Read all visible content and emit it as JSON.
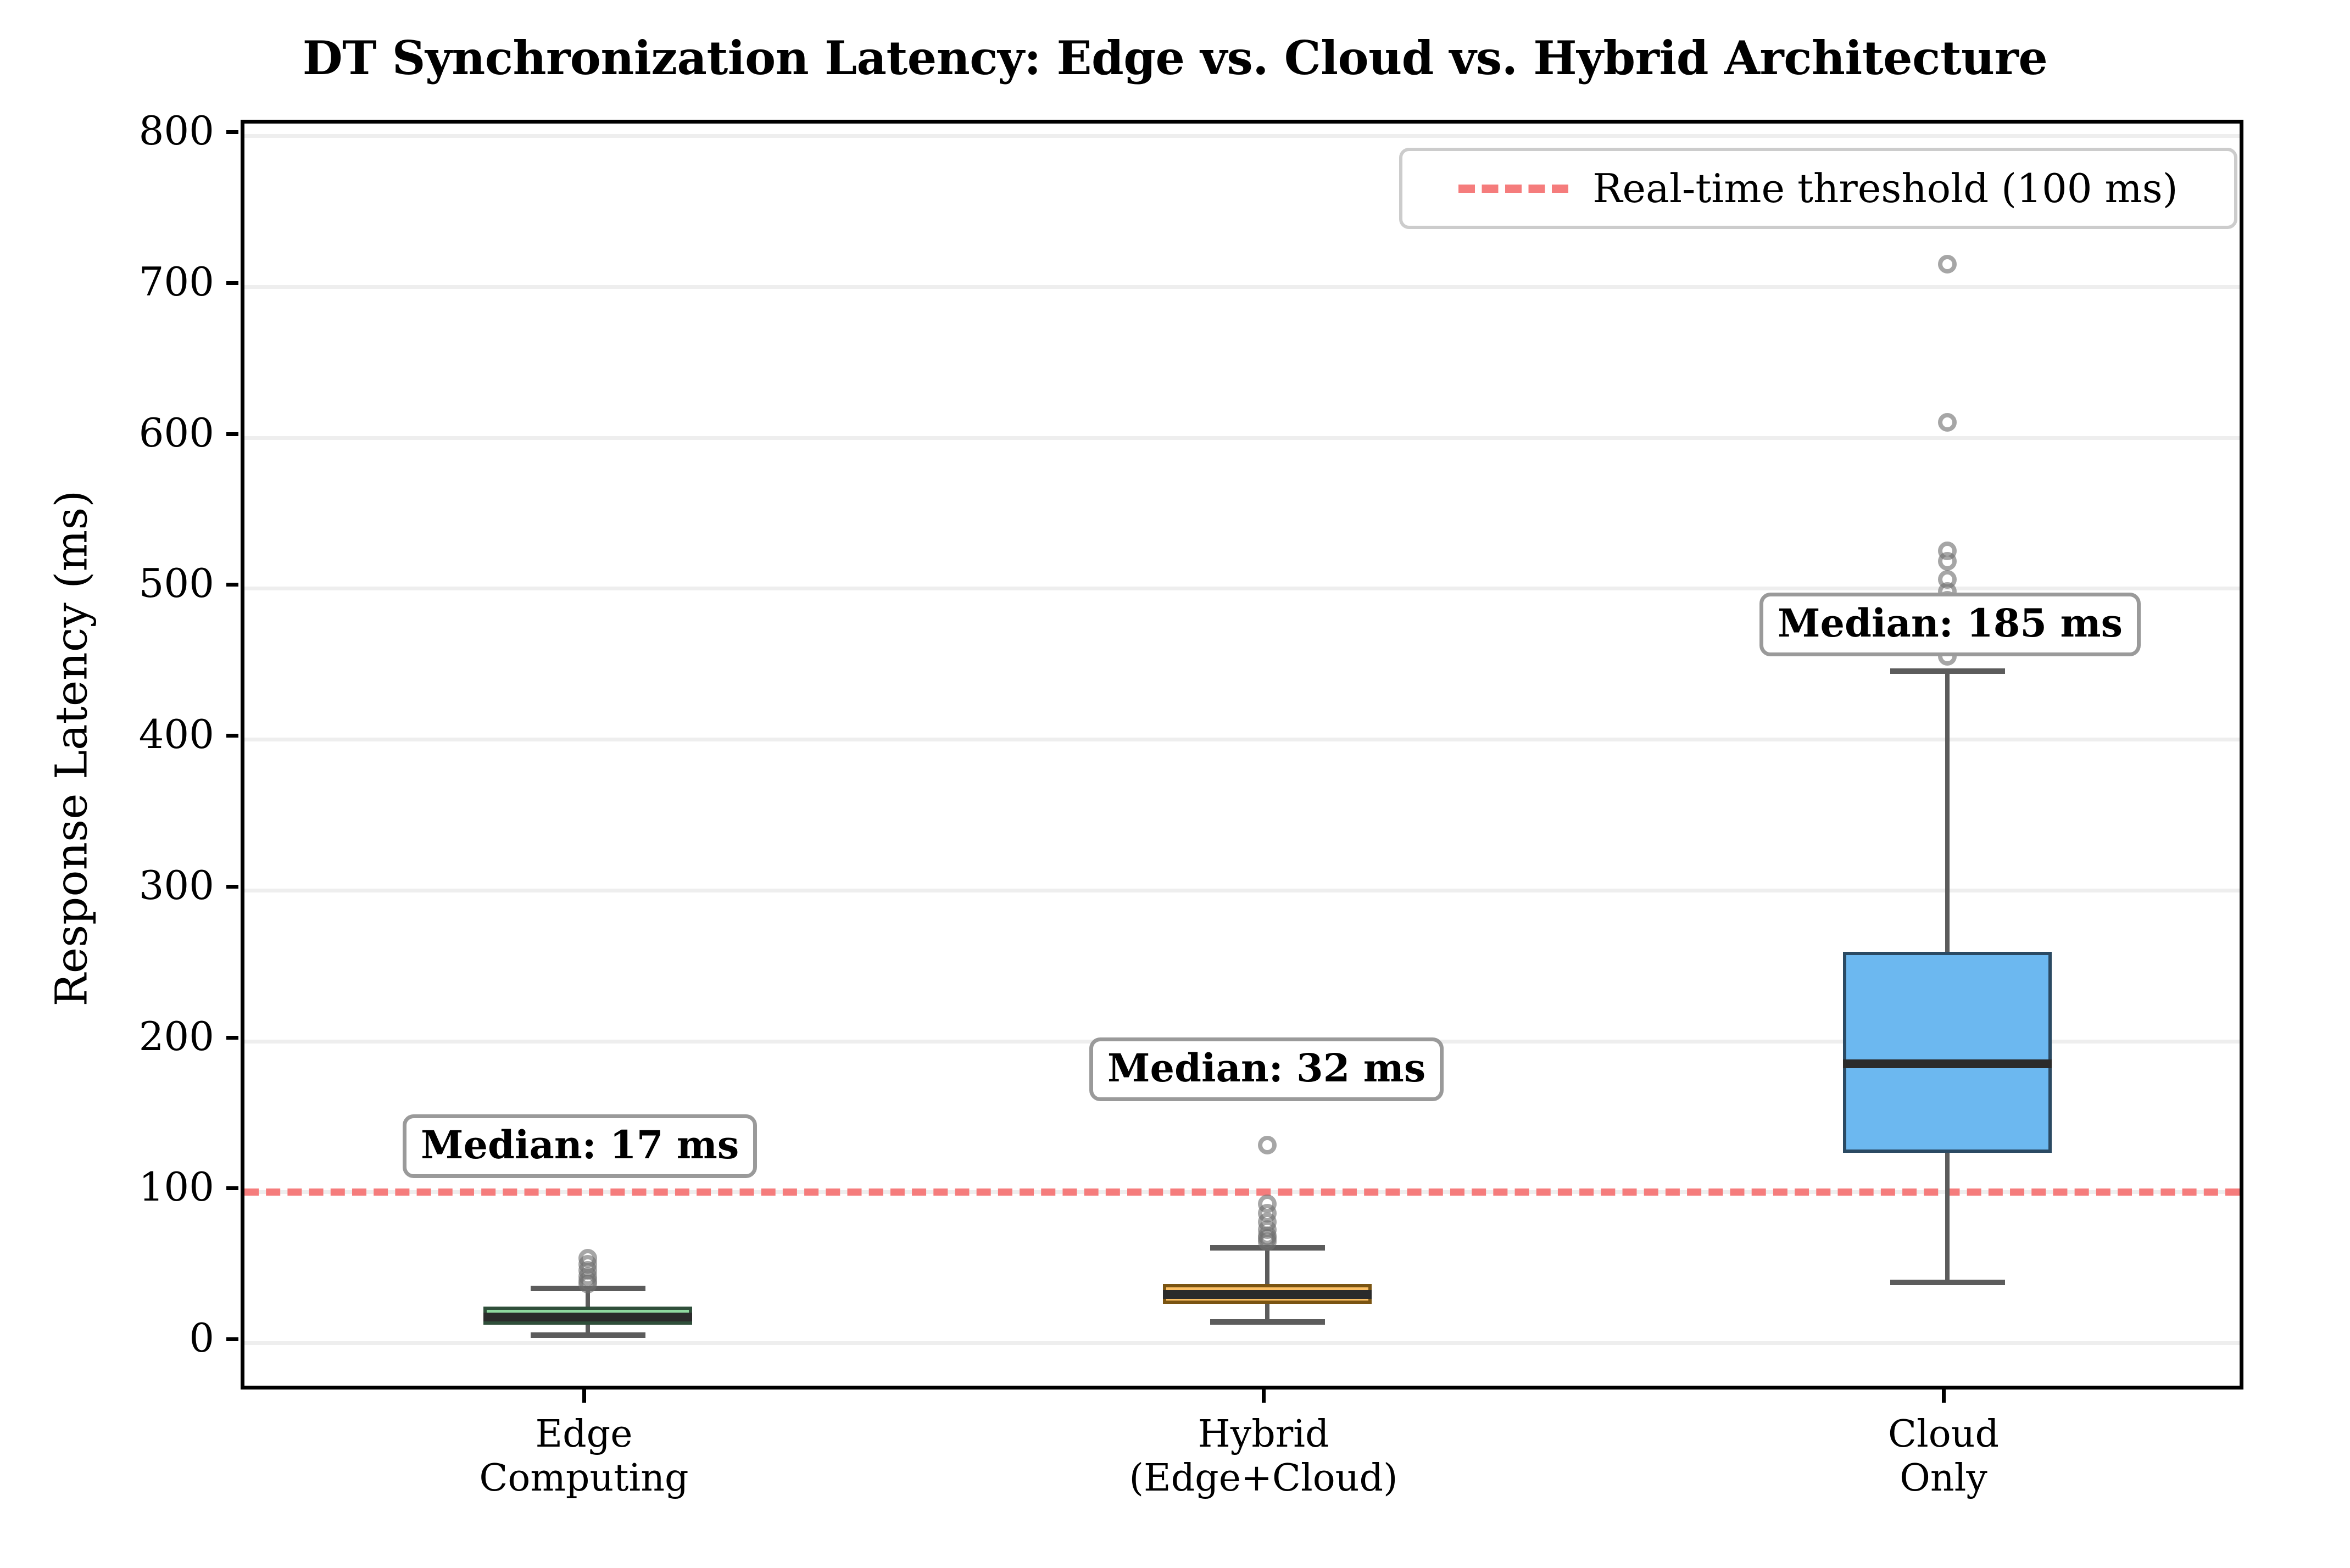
{
  "chart_data": {
    "type": "box",
    "title": "DT Synchronization Latency: Edge vs. Cloud vs. Hybrid Architecture",
    "xlabel": "",
    "ylabel": "Response Latency (ms)",
    "ylim": [
      0,
      800
    ],
    "yticks": [
      0,
      100,
      200,
      300,
      400,
      500,
      600,
      700,
      800
    ],
    "ytick_labels": [
      "0",
      "100",
      "200",
      "300",
      "400",
      "500",
      "600",
      "700",
      "800"
    ],
    "grid": true,
    "categories": [
      "Edge\nComputing",
      "Hybrid\n(Edge+Cloud)",
      "Cloud\nOnly"
    ],
    "legend_position": "upper right",
    "legend": [
      {
        "label": "Real-time threshold (100 ms)",
        "color": "#F57C7C",
        "style": "dashed"
      }
    ],
    "threshold": {
      "value": 100,
      "label": "Real-time threshold (100 ms)",
      "color": "#F57C7C"
    },
    "boxes": [
      {
        "name": "Edge Computing",
        "label": "Edge\nComputing",
        "fill_color": "#8FD89F",
        "edge_color": "#2F4F3A",
        "median": 17,
        "q1": 12,
        "q3": 24,
        "whisker_low": 5,
        "whisker_high": 36,
        "fliers": [
          56,
          52,
          48,
          44,
          41,
          39
        ],
        "annotation": "Median: 17 ms"
      },
      {
        "name": "Hybrid (Edge+Cloud)",
        "label": "Hybrid\n(Edge+Cloud)",
        "fill_color": "#FBBF64",
        "edge_color": "#7A5412",
        "median": 32,
        "q1": 26,
        "q3": 39,
        "whisker_low": 14,
        "whisker_high": 63,
        "fliers": [
          131,
          92,
          86,
          80,
          75,
          71,
          69,
          67
        ],
        "annotation": "Median: 32 ms"
      },
      {
        "name": "Cloud Only",
        "label": "Cloud\nOnly",
        "fill_color": "#6CB8F0",
        "edge_color": "#2B4A63",
        "median": 185,
        "q1": 126,
        "q3": 259,
        "whisker_low": 40,
        "whisker_high": 445,
        "fliers": [
          715,
          610,
          525,
          518,
          506,
          498,
          492,
          487,
          470,
          462,
          455
        ],
        "annotation": "Median: 185 ms"
      }
    ],
    "annotations": [
      {
        "text": "Median: 17 ms",
        "series": "Edge Computing"
      },
      {
        "text": "Median: 32 ms",
        "series": "Hybrid (Edge+Cloud)"
      },
      {
        "text": "Median: 185 ms",
        "series": "Cloud Only"
      }
    ]
  },
  "colors": {
    "threshold": "#F57C7C",
    "edge_box": "#8FD89F",
    "hybrid_box": "#FBBF64",
    "cloud_box": "#6CB8F0",
    "median": "#2B2B2B",
    "whisker": "#5C5C5C",
    "grid": "#EEEEEE",
    "axis": "#000000"
  }
}
